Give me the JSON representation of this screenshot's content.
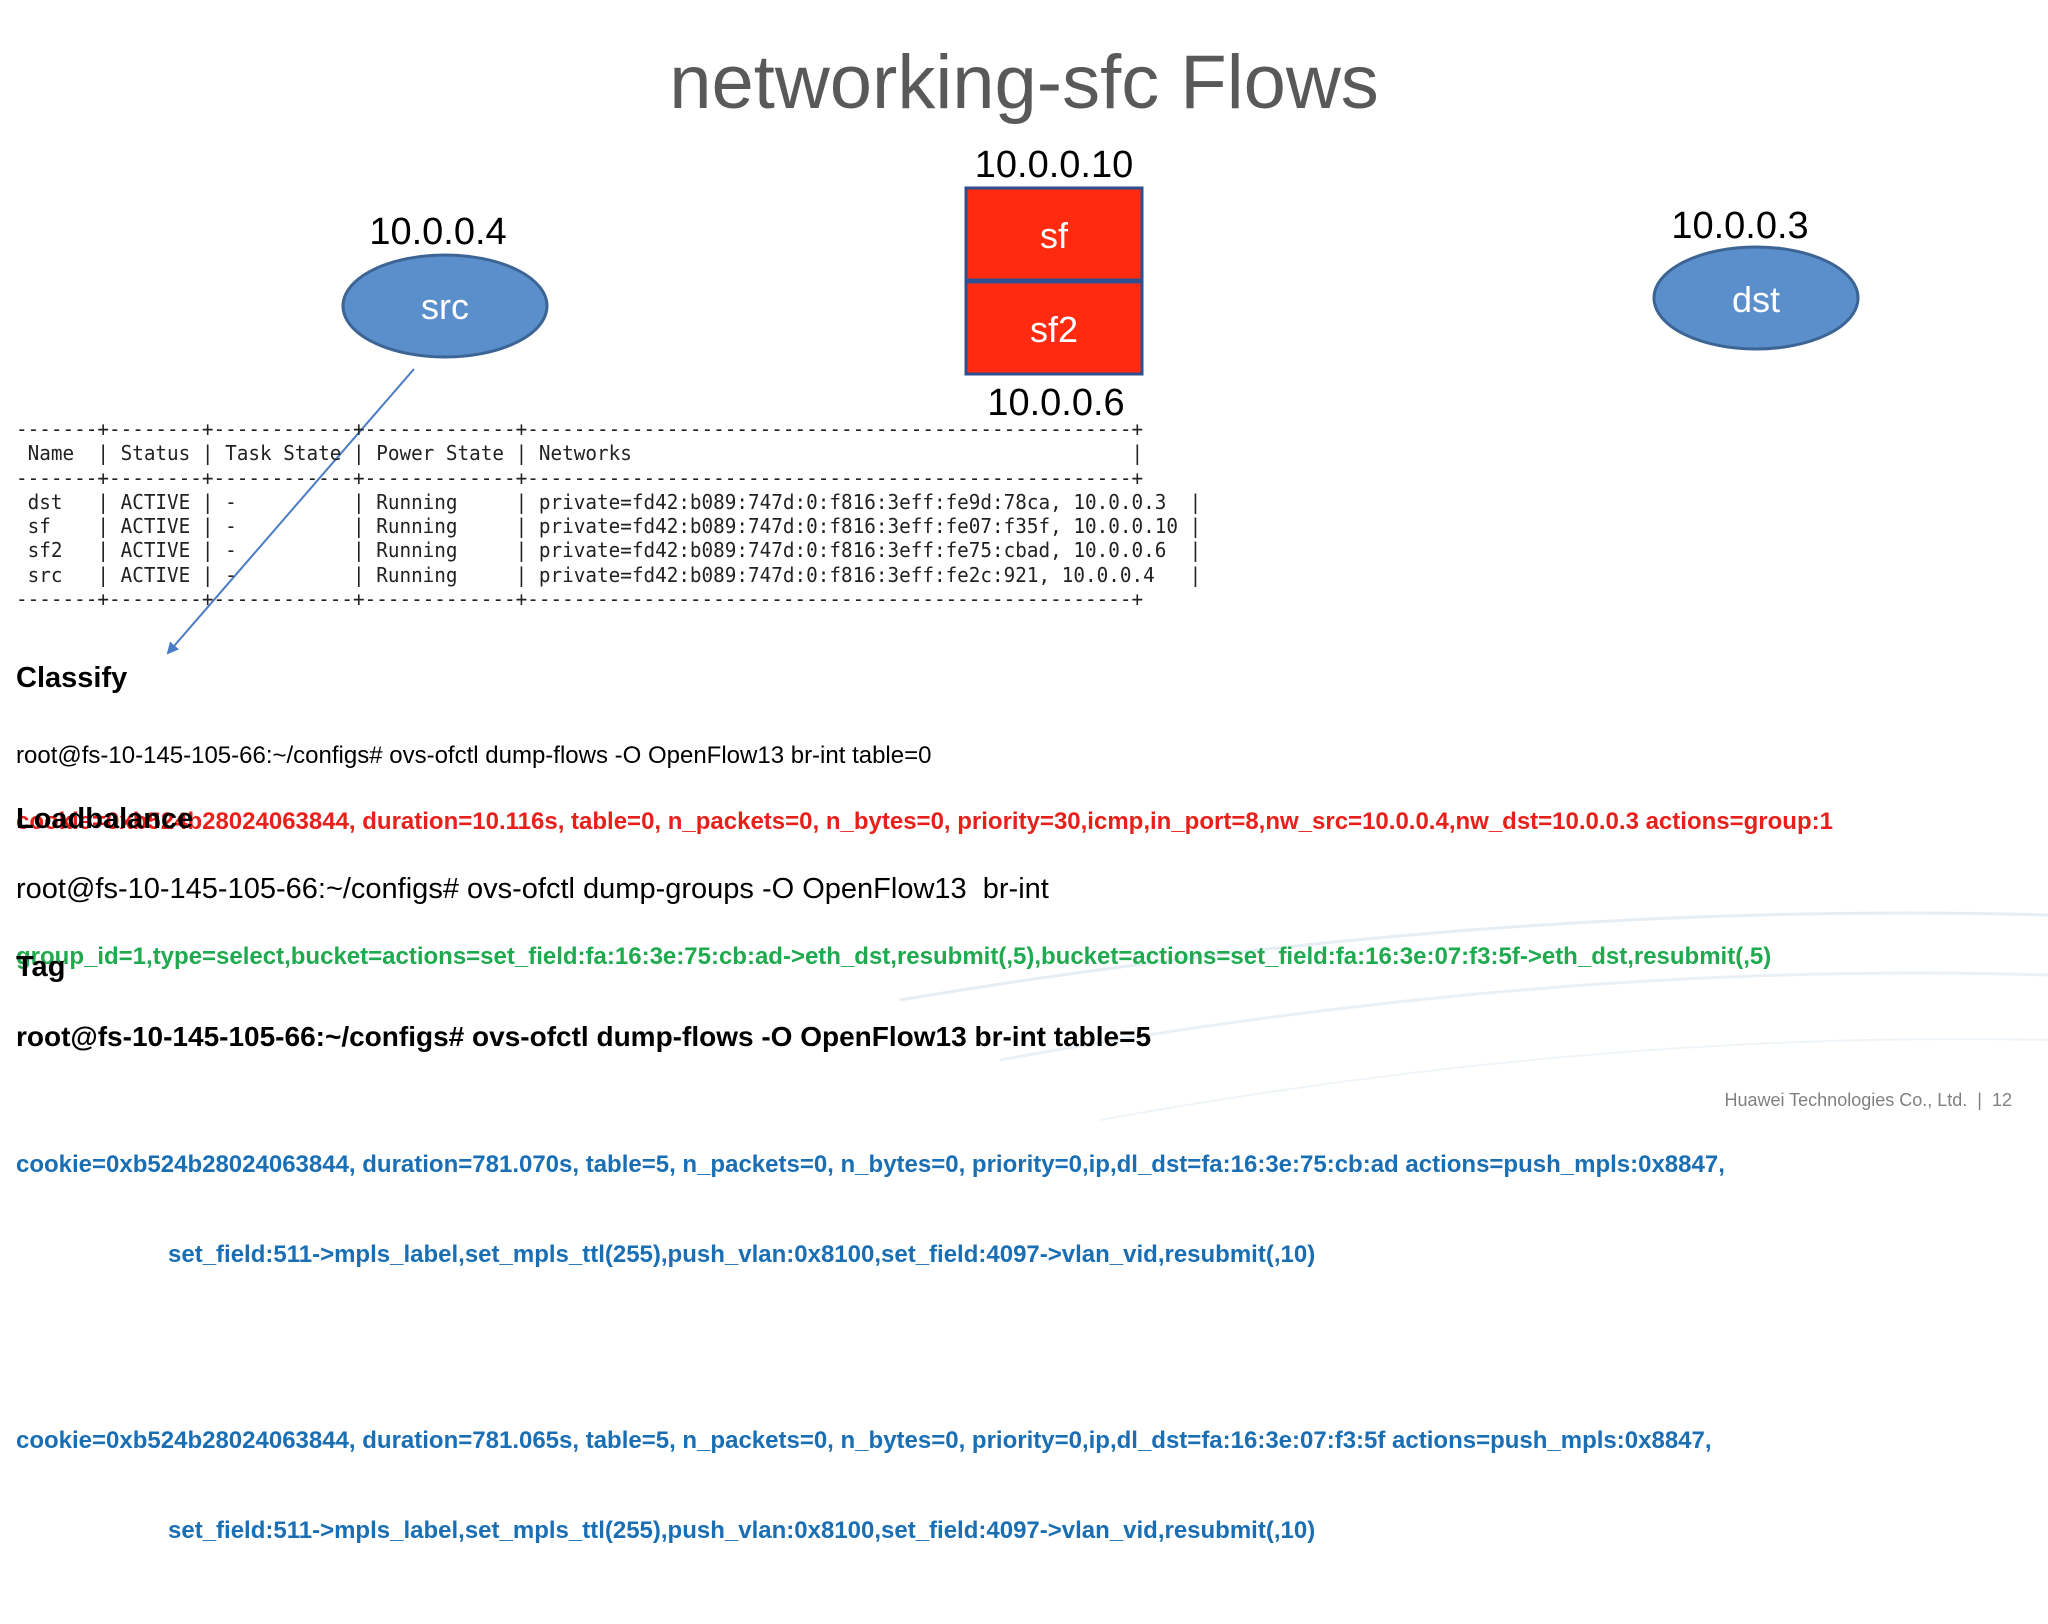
{
  "title": "networking-sfc Flows",
  "diagram": {
    "src": {
      "ip": "10.0.0.4",
      "label": "src"
    },
    "sf": {
      "ip": "10.0.0.10",
      "label": "sf"
    },
    "sf2": {
      "ip": "10.0.0.6",
      "label": "sf2"
    },
    "dst": {
      "ip": "10.0.0.3",
      "label": "dst"
    },
    "colors": {
      "node_fill": "#5b8fcb",
      "node_stroke": "#3c6494",
      "sf_fill": "#ff2a10",
      "sf_stroke": "#2f4f8f",
      "arrow": "#4a7cc4"
    }
  },
  "vm_table": {
    "border_top": "-------+--------+------------+-------------+----------------------------------------------------+",
    "header": " Name  | Status | Task State | Power State | Networks                                           |",
    "border_mid": "-------+--------+------------+-------------+----------------------------------------------------+",
    "rows": [
      " dst   | ACTIVE | -          | Running     | private=fd42:b089:747d:0:f816:3eff:fe9d:78ca, 10.0.0.3  |",
      " sf    | ACTIVE | -          | Running     | private=fd42:b089:747d:0:f816:3eff:fe07:f35f, 10.0.0.10 |",
      " sf2   | ACTIVE | -          | Running     | private=fd42:b089:747d:0:f816:3eff:fe75:cbad, 10.0.0.6  |",
      " src   | ACTIVE | -          | Running     | private=fd42:b089:747d:0:f816:3eff:fe2c:921, 10.0.0.4   |"
    ],
    "border_bottom": "-------+--------+------------+-------------+----------------------------------------------------+"
  },
  "classify": {
    "heading": "Classify",
    "command": "root@fs-10-145-105-66:~/configs# ovs-ofctl dump-flows -O OpenFlow13 br-int table=0",
    "flow": "cookie=0xb524b28024063844, duration=10.116s, table=0, n_packets=0, n_bytes=0, priority=30,icmp,in_port=8,nw_src=10.0.0.4,nw_dst=10.0.0.3 actions=group:1"
  },
  "loadbalance": {
    "heading": "Loadbalance",
    "command": "root@fs-10-145-105-66:~/configs# ovs-ofctl dump-groups -O OpenFlow13  br-int",
    "flow": "group_id=1,type=select,bucket=actions=set_field:fa:16:3e:75:cb:ad->eth_dst,resubmit(,5),bucket=actions=set_field:fa:16:3e:07:f3:5f->eth_dst,resubmit(,5)"
  },
  "tag": {
    "heading": "Tag",
    "command": "root@fs-10-145-105-66:~/configs# ovs-ofctl dump-flows -O OpenFlow13 br-int table=5",
    "flow1_line1": "cookie=0xb524b28024063844, duration=781.070s, table=5, n_packets=0, n_bytes=0, priority=0,ip,dl_dst=fa:16:3e:75:cb:ad actions=push_mpls:0x8847,",
    "flow1_line2": "set_field:511->mpls_label,set_mpls_ttl(255),push_vlan:0x8100,set_field:4097->vlan_vid,resubmit(,10)",
    "flow2_line1": "cookie=0xb524b28024063844, duration=781.065s, table=5, n_packets=0, n_bytes=0, priority=0,ip,dl_dst=fa:16:3e:07:f3:5f actions=push_mpls:0x8847,",
    "flow2_line2": "set_field:511->mpls_label,set_mpls_ttl(255),push_vlan:0x8100,set_field:4097->vlan_vid,resubmit(,10)"
  },
  "footer": {
    "company": "Huawei Technologies Co., Ltd.",
    "separator": "|",
    "page_number": "12"
  }
}
